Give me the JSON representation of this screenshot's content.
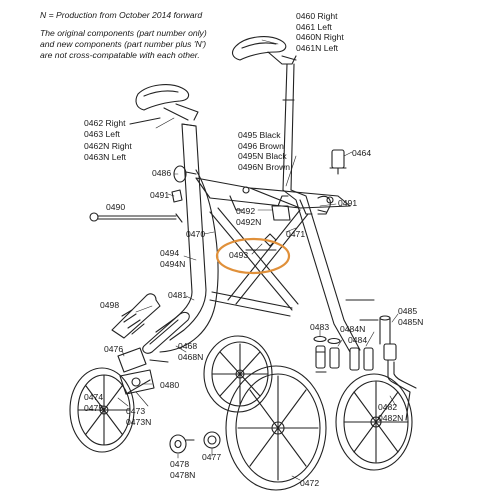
{
  "notes": {
    "line1": "N = Production from October 2014 forward",
    "line2": "The original components (part number only)",
    "line3": "and new components (part number plus 'N')",
    "line4": "are not cross-compatable with each other."
  },
  "highlight_color": "#e0903a",
  "parts": {
    "p0460": [
      "0460 Right",
      "0461 Left",
      "0460N Right",
      "0461N Left"
    ],
    "p0462": [
      "0462 Right",
      "0463  Left",
      "0462N Right",
      "0463N Left"
    ],
    "p0495": [
      "0495  Black",
      "0496  Brown",
      "0495N  Black",
      "0496N  Brown"
    ],
    "p0464": [
      "0464"
    ],
    "p0486": [
      "0486"
    ],
    "p0491a": [
      "0491"
    ],
    "p0491b": [
      "0491"
    ],
    "p0490": [
      "0490"
    ],
    "p0492": [
      "0492",
      "0492N"
    ],
    "p0470": [
      "0470"
    ],
    "p0471": [
      "0471"
    ],
    "p0493": [
      "0493"
    ],
    "p0494": [
      "0494",
      "0494N"
    ],
    "p0498": [
      "0498"
    ],
    "p0481": [
      "0481"
    ],
    "p0485": [
      "0485",
      "0485N"
    ],
    "p0484N": [
      "0484N"
    ],
    "p0484": [
      "0484"
    ],
    "p0483": [
      "0483"
    ],
    "p0476": [
      "0476"
    ],
    "p0468": [
      "0468",
      "0468N"
    ],
    "p0480": [
      "0480"
    ],
    "p0474": [
      "0474",
      "0475"
    ],
    "p0473": [
      "0473",
      "0473N"
    ],
    "p0482": [
      "0482",
      "0482N"
    ],
    "p0478": [
      "0478",
      "0478N"
    ],
    "p0477": [
      "0477"
    ],
    "p0472": [
      "0472"
    ]
  }
}
